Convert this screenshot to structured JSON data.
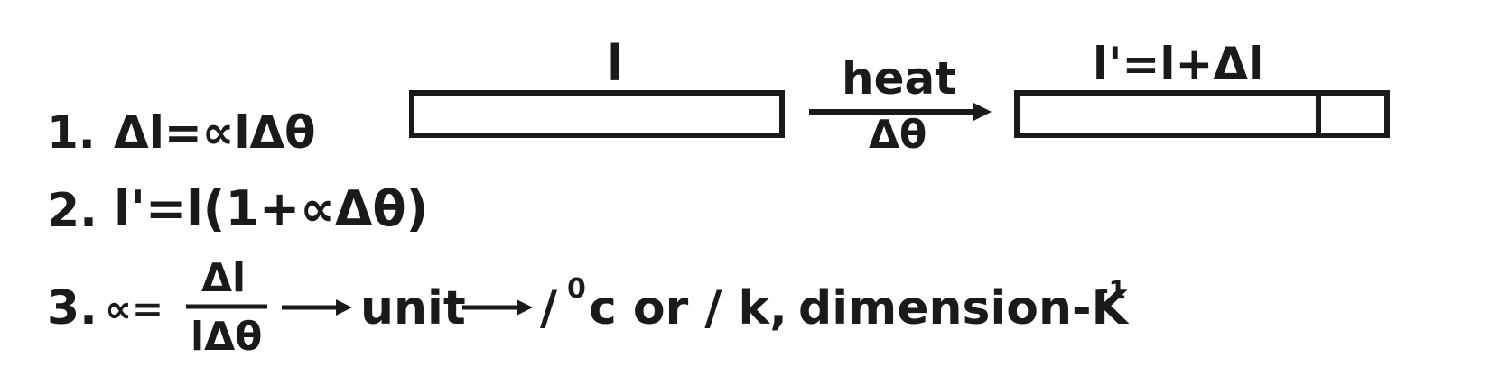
{
  "equations": {
    "eq1": {
      "number": "1.",
      "expr": "Δl=∝lΔθ"
    },
    "eq2": {
      "number": "2.",
      "expr": "l'=l(1+∝Δθ)"
    },
    "eq3": {
      "number": "3.",
      "lhs": "∝=",
      "numerator": "Δl",
      "denominator": "lΔθ",
      "unit_label": "unit",
      "unit_value": "/",
      "unit_degree": "0",
      "unit_tail": "c or / k,",
      "dimension_label": "dimension-K",
      "dimension_exponent": "-1"
    }
  },
  "diagram": {
    "rod_initial_label": "l",
    "process_label": "heat",
    "process_change": "Δθ",
    "rod_final_label": "l'=l+Δl"
  },
  "colors": {
    "ink": "#1a1a1a",
    "background": "#ffffff"
  }
}
